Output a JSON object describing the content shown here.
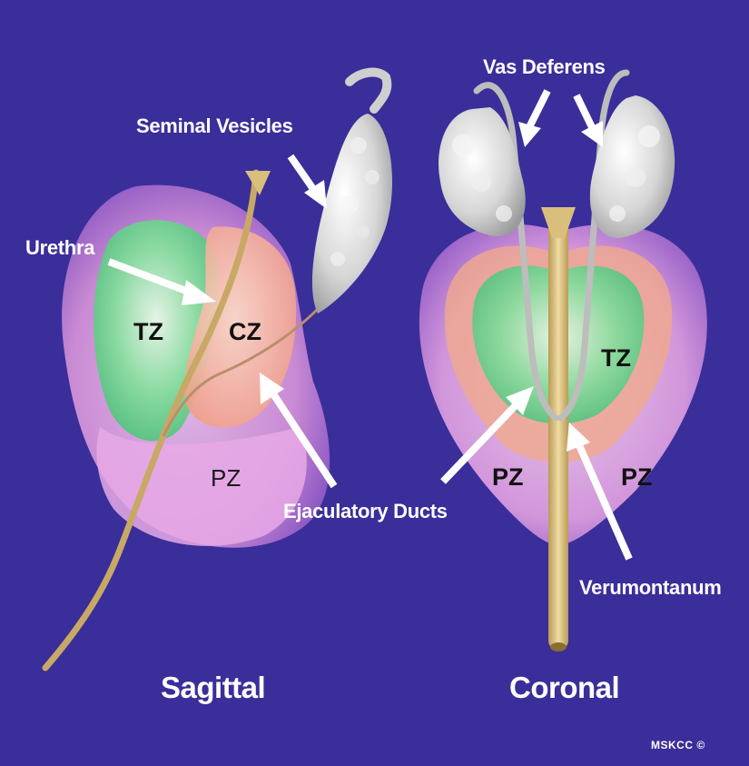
{
  "labels": {
    "seminal_vesicles": "Seminal Vesicles",
    "vas_deferens": "Vas Deferens",
    "urethra": "Urethra",
    "ejaculatory_ducts": "Ejaculatory Ducts",
    "verumontanum": "Verumontanum"
  },
  "zones": {
    "sagittal_tz": "TZ",
    "sagittal_cz": "CZ",
    "sagittal_pz": "PZ",
    "coronal_tz": "TZ",
    "coronal_pz_left": "PZ",
    "coronal_pz_right": "PZ"
  },
  "views": {
    "sagittal": "Sagittal",
    "coronal": "Coronal"
  },
  "credit": "MSKCC ©",
  "colors": {
    "background": "#3a2e9a",
    "peripheral_zone": "#e9a6e6",
    "transition_zone": "#6ed79a",
    "central_zone": "#f6b08e",
    "urethra": "#e3c98a",
    "label_text": "#ffffff"
  }
}
